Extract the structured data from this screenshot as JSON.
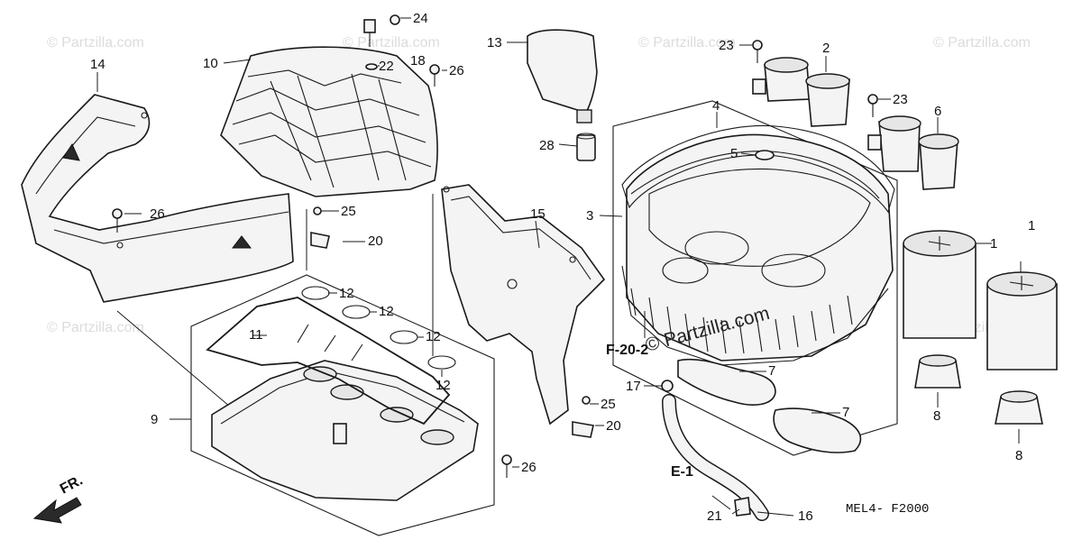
{
  "watermark": {
    "text": "© Partzilla.com",
    "main_text": "© Partzilla.com"
  },
  "figure_code": "MEL4- F2000",
  "references": {
    "f20_2": "F-20-2",
    "e1": "E-1",
    "front": "FR."
  },
  "callouts": [
    {
      "num": "1"
    },
    {
      "num": "1"
    },
    {
      "num": "2"
    },
    {
      "num": "3"
    },
    {
      "num": "4"
    },
    {
      "num": "5"
    },
    {
      "num": "6"
    },
    {
      "num": "7"
    },
    {
      "num": "7"
    },
    {
      "num": "8"
    },
    {
      "num": "8"
    },
    {
      "num": "9"
    },
    {
      "num": "10"
    },
    {
      "num": "11"
    },
    {
      "num": "12"
    },
    {
      "num": "12"
    },
    {
      "num": "12"
    },
    {
      "num": "12"
    },
    {
      "num": "13"
    },
    {
      "num": "14"
    },
    {
      "num": "15"
    },
    {
      "num": "16"
    },
    {
      "num": "17"
    },
    {
      "num": "18"
    },
    {
      "num": "20"
    },
    {
      "num": "20"
    },
    {
      "num": "21"
    },
    {
      "num": "22"
    },
    {
      "num": "23"
    },
    {
      "num": "23"
    },
    {
      "num": "24"
    },
    {
      "num": "25"
    },
    {
      "num": "25"
    },
    {
      "num": "26"
    },
    {
      "num": "26"
    },
    {
      "num": "26"
    },
    {
      "num": "28"
    }
  ]
}
